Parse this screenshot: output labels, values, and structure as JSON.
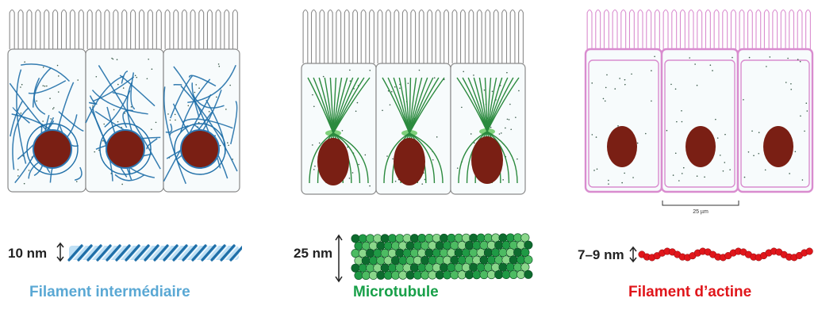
{
  "panels": [
    {
      "caption": "Filament intermédiaire",
      "size_label": "10 nm",
      "caption_color": "#5aa8d4",
      "cytoskeleton_color": "#1f6fa8",
      "membrane_color": "#8a8a8a"
    },
    {
      "caption": "Microtubule",
      "size_label": "25 nm",
      "caption_color": "#18a049",
      "cytoskeleton_color": "#2b8a3e",
      "membrane_color": "#8a8a8a"
    },
    {
      "caption": "Filament d’actine",
      "size_label": "7–9 nm",
      "caption_color": "#e0161b",
      "cytoskeleton_color": "#e0161b",
      "membrane_color": "#d98ccf"
    }
  ],
  "scale_bar": {
    "label": "25 µm"
  },
  "colors": {
    "nucleus": "#7a1f14",
    "cell_fill": "#f7fbfc"
  }
}
